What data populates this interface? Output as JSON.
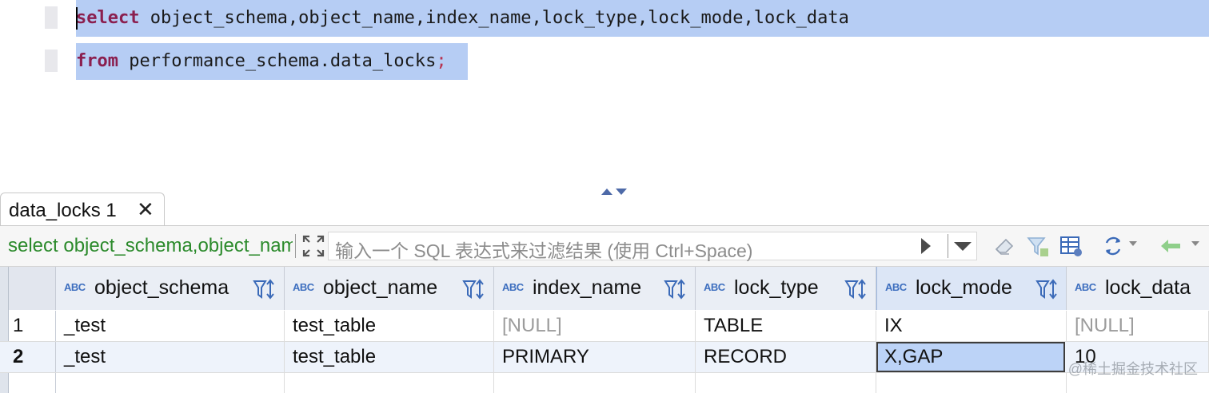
{
  "editor": {
    "line1": {
      "keyword": "select",
      "rest": " object_schema,object_name,index_name,lock_type,lock_mode,lock_data"
    },
    "line2": {
      "keyword": "from",
      "rest": " performance_schema.data_locks",
      "semicolon": ";"
    }
  },
  "tab": {
    "label": "data_locks 1",
    "close": "✕"
  },
  "filter": {
    "query_text": "select object_schema,object_name,index_name,lock_type,lock_mode,lock_data from performance_schema.data_locks",
    "placeholder": "输入一个 SQL 表达式来过滤结果 (使用 Ctrl+Space)"
  },
  "grid": {
    "type_badge": "ABC",
    "columns": [
      "object_schema",
      "object_name",
      "index_name",
      "lock_type",
      "lock_mode",
      "lock_data"
    ],
    "rows": [
      {
        "num": "1",
        "cells": [
          "_test",
          "test_table",
          "[NULL]",
          "TABLE",
          "IX",
          "[NULL]"
        ]
      },
      {
        "num": "2",
        "cells": [
          "_test",
          "test_table",
          "PRIMARY",
          "RECORD",
          "X,GAP",
          "10"
        ]
      }
    ],
    "selected_cell": {
      "row": 2,
      "column": "lock_mode"
    }
  },
  "watermark": "@稀土掘金技术社区",
  "colors": {
    "selection": "#b6cdf4",
    "keyword": "#8b1f4f",
    "filter_query": "#2b8a2b",
    "type_badge": "#3e6fbf",
    "null_text": "#9c9c9c"
  },
  "icons": [
    "chevron-up-icon",
    "chevron-down-icon",
    "close-icon",
    "expand-icon",
    "run-filter-icon",
    "dropdown-icon",
    "eraser-icon",
    "filter-clear-icon",
    "grid-settings-icon",
    "refresh-icon",
    "arrow-left-icon"
  ]
}
